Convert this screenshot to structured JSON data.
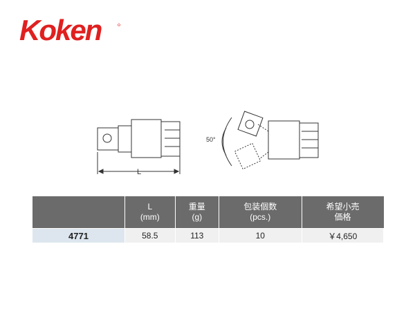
{
  "brand": {
    "logo_text": "Koken",
    "color": "#e02020"
  },
  "diagram": {
    "dimension_label": "L",
    "angle_label": "50°"
  },
  "table": {
    "headers": [
      {
        "line1": "",
        "line2": ""
      },
      {
        "line1": "L",
        "line2": "(mm)"
      },
      {
        "line1": "重量",
        "line2": "(g)"
      },
      {
        "line1": "包装個数",
        "line2": "(pcs.)"
      },
      {
        "line1": "希望小売",
        "line2": "価格"
      }
    ],
    "rows": [
      {
        "model": "4771",
        "length": "58.5",
        "weight": "113",
        "pack_qty": "10",
        "price": "￥4,650"
      }
    ]
  }
}
